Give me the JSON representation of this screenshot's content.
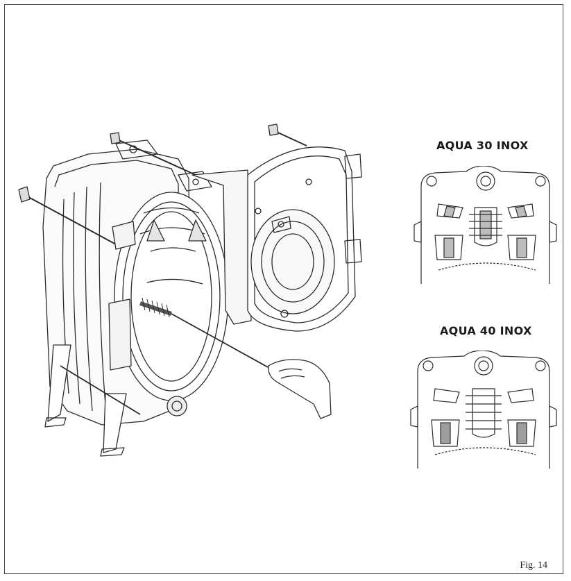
{
  "models": {
    "aqua30": {
      "title": "AQUA 30 INOX"
    },
    "aqua40": {
      "title": "AQUA 40 INOX"
    }
  },
  "figure": {
    "caption": "Fig. 14"
  },
  "icons": {
    "boiler": "boiler-heat-exchanger-illustration",
    "detail30": "aqua-30-inox-section-icon",
    "detail40": "aqua-40-inox-section-icon",
    "hand": "hand-with-brush-icon"
  }
}
